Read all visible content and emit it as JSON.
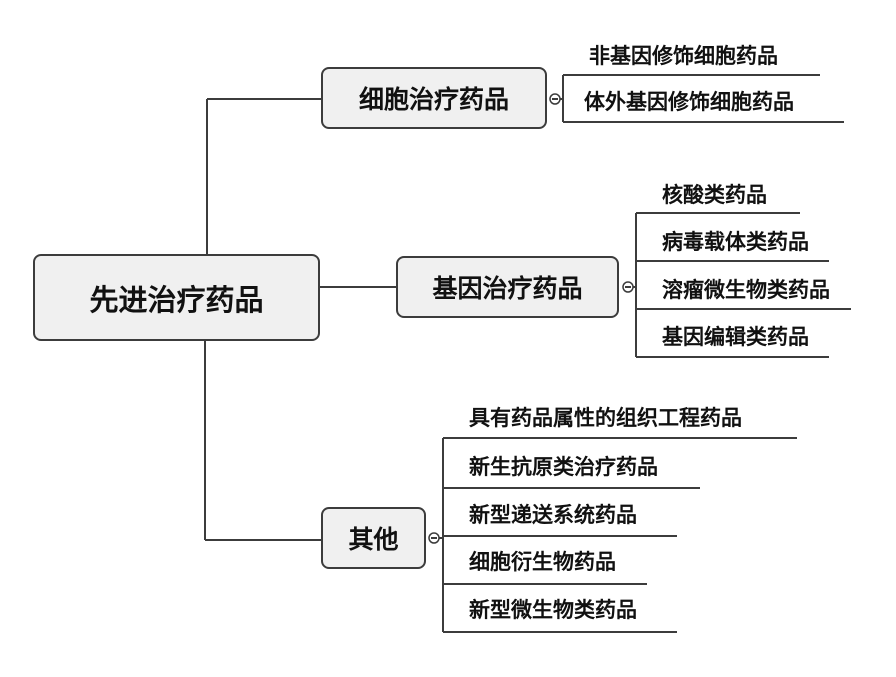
{
  "root": {
    "label": "先进治疗药品"
  },
  "branches": [
    {
      "label": "细胞治疗药品",
      "items": [
        "非基因修饰细胞药品",
        "体外基因修饰细胞药品"
      ]
    },
    {
      "label": "基因治疗药品",
      "items": [
        "核酸类药品",
        "病毒载体类药品",
        "溶瘤微生物类药品",
        "基因编辑类药品"
      ]
    },
    {
      "label": "其他",
      "items": [
        "具有药品属性的组织工程药品",
        "新生抗原类治疗药品",
        "新型递送系统药品",
        "细胞衍生物药品",
        "新型微生物类药品"
      ]
    }
  ],
  "colors": {
    "line": "#3c3c3c",
    "box_fill": "#f0f0f0",
    "text": "#111111"
  }
}
